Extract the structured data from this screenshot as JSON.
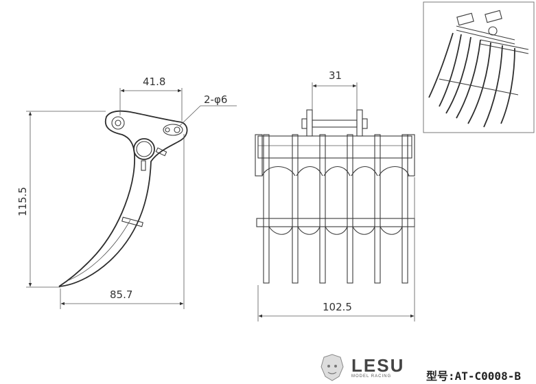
{
  "dimensions": {
    "top_hole_spacing": "41.8",
    "hole_spec": "2-φ6",
    "height": "115.5",
    "side_width": "85.7",
    "front_pin_width": "31",
    "front_width": "102.5"
  },
  "footer": {
    "brand": "LESU",
    "brand_sub": "MODEL RACING",
    "model_label": "型号:AT-C0008-B"
  }
}
